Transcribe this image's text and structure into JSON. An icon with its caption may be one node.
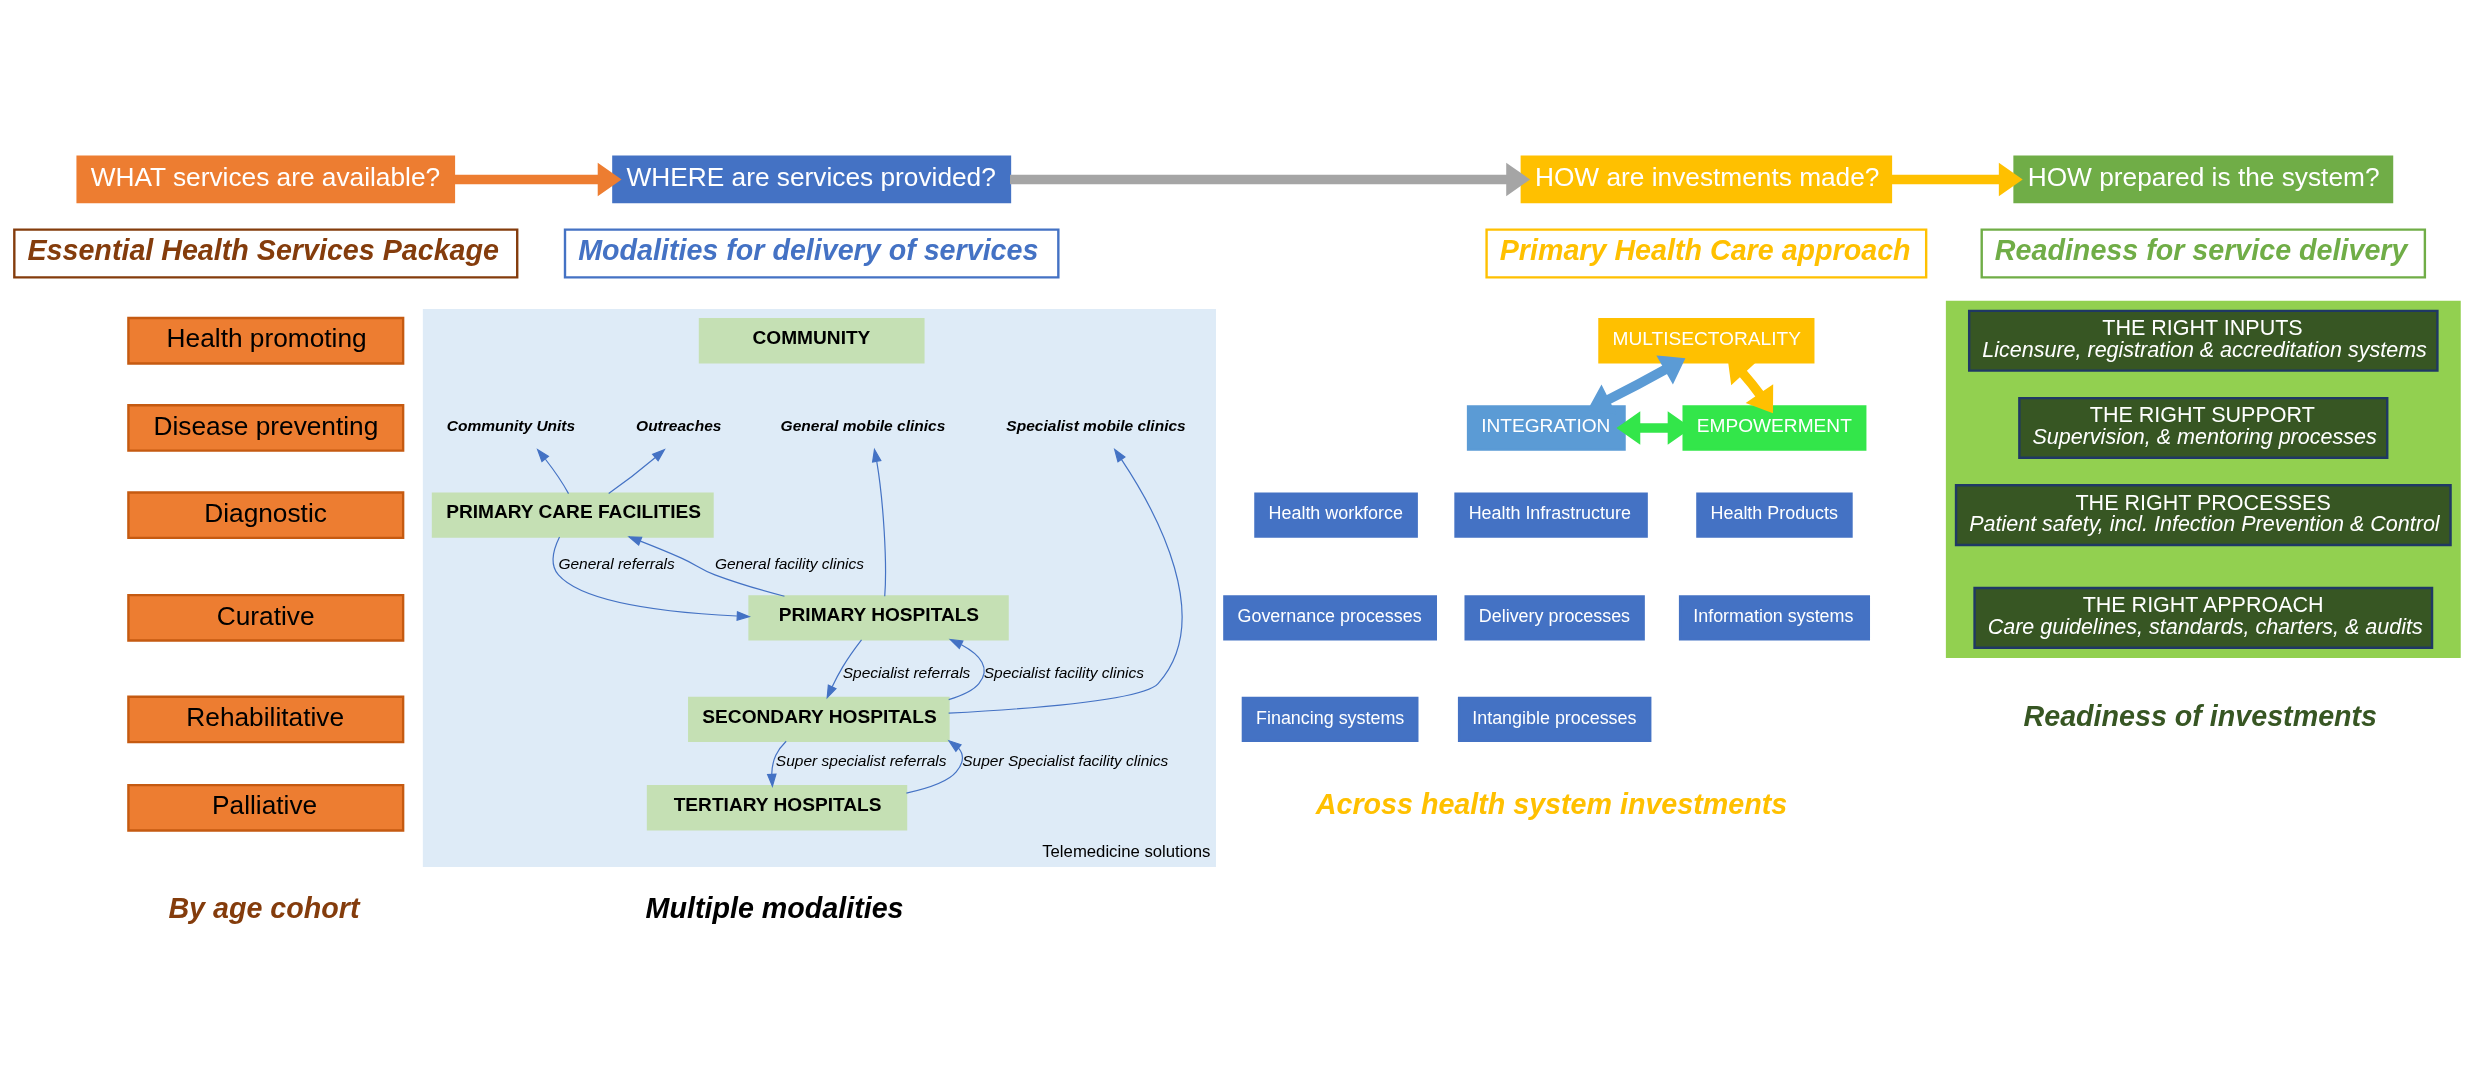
{
  "diagram": {
    "nodes": [
      {
        "text": [
          "WHAT services are available?"
        ]
      },
      {
        "text": [
          "WHERE are services provided?"
        ]
      },
      {
        "text": [
          "HOW are investments made?"
        ]
      },
      {
        "text": [
          "HOW prepared is the system?"
        ]
      },
      {
        "text": [
          "Essential Health Services Package"
        ]
      },
      {
        "text": [
          "Health promoting"
        ]
      },
      {
        "text": [
          "Disease preventing"
        ]
      },
      {
        "text": [
          "Diagnostic"
        ]
      },
      {
        "text": [
          "Curative"
        ]
      },
      {
        "text": [
          "Rehabilitative"
        ]
      },
      {
        "text": [
          "Palliative"
        ]
      },
      {
        "text": [
          "Modalities for delivery of services"
        ]
      },
      {
        "text": [
          "Telemedicine solutions"
        ]
      },
      {
        "text": [
          "COMMUNITY"
        ],
        "in": 12
      },
      {
        "text": [
          "Community Units"
        ],
        "in": 12
      },
      {
        "text": [
          "Outreaches"
        ],
        "in": 12
      },
      {
        "text": [
          "General mobile clinics"
        ],
        "in": 12
      },
      {
        "text": [
          "Specialist mobile clinics"
        ],
        "in": 12
      },
      {
        "text": [
          "PRIMARY CARE FACILITIES"
        ],
        "in": 12
      },
      {
        "text": [
          "PRIMARY HOSPITALS"
        ],
        "in": 12
      },
      {
        "text": [
          "SECONDARY HOSPITALS"
        ],
        "in": 12
      },
      {
        "text": [
          "TERTIARY HOSPITALS"
        ],
        "in": 12
      },
      {
        "text": [
          "Primary Health Care approach"
        ]
      },
      {
        "text": [
          "MULTISECTORALITY"
        ]
      },
      {
        "text": [
          "INTEGRATION"
        ]
      },
      {
        "text": [
          "EMPOWERMENT"
        ]
      },
      {
        "text": [
          "Health workforce"
        ]
      },
      {
        "text": [
          "Health Infrastructure"
        ]
      },
      {
        "text": [
          "Health Products"
        ]
      },
      {
        "text": [
          "Governance processes"
        ]
      },
      {
        "text": [
          "Delivery processes"
        ]
      },
      {
        "text": [
          "Information systems"
        ]
      },
      {
        "text": [
          "Financing systems"
        ]
      },
      {
        "text": [
          "Intangible processes"
        ]
      },
      {
        "text": [
          "Readiness for service delivery"
        ]
      },
      {
        "text": [],
        "shape": "box"
      },
      {
        "text": [
          "THE RIGHT INPUTS",
          "Licensure, registration & accreditation systems"
        ],
        "in": 35
      },
      {
        "text": [
          "THE RIGHT SUPPORT",
          "Supervision, & mentoring processes"
        ],
        "in": 35
      },
      {
        "text": [
          "THE RIGHT PROCESSES",
          "Patient safety, incl. Infection Prevention & Control"
        ],
        "in": 35
      },
      {
        "text": [
          "THE RIGHT APPROACH",
          "Care guidelines, standards, charters, & audits"
        ],
        "in": 35
      }
    ],
    "edges": [
      {
        "from": 0,
        "to": 1,
        "arrow": "to",
        "style": "thick",
        "color": "#ed7d31"
      },
      {
        "from": 1,
        "to": 2,
        "arrow": "to",
        "style": "thick",
        "color": "#a5a5a5"
      },
      {
        "from": 2,
        "to": 3,
        "arrow": "to",
        "style": "thick",
        "color": "#ffc000"
      },
      {
        "from": 18,
        "to": 14,
        "arrow": "to"
      },
      {
        "from": 18,
        "to": 15,
        "arrow": "to"
      },
      {
        "from": 19,
        "to": 16,
        "arrow": "to"
      },
      {
        "from": 20,
        "to": 17,
        "arrow": "to"
      },
      {
        "from": 18,
        "to": 19,
        "arrow": "to",
        "label": "General referrals"
      },
      {
        "from": 19,
        "to": 18,
        "arrow": "to",
        "label": "General facility clinics"
      },
      {
        "from": 19,
        "to": 20,
        "arrow": "to",
        "label": "Specialist referrals"
      },
      {
        "from": 20,
        "to": 19,
        "arrow": "to",
        "label": "Specialist facility clinics"
      },
      {
        "from": 20,
        "to": 21,
        "arrow": "to",
        "label": "Super specialist referrals"
      },
      {
        "from": 21,
        "to": 20,
        "arrow": "to",
        "label": "Super Specialist facility clinics"
      },
      {
        "from": 24,
        "to": 23,
        "arrow": "both",
        "style": "thick",
        "color": "#5b9bd5"
      },
      {
        "from": 23,
        "to": 25,
        "arrow": "both",
        "style": "thick",
        "color": "#ffc000"
      },
      {
        "from": 24,
        "to": 25,
        "arrow": "both",
        "style": "thick",
        "color": "#33e64a"
      }
    ],
    "labels": [
      "By age cohort",
      "Multiple modalities",
      "Across health system investments",
      "Readiness of investments"
    ]
  }
}
